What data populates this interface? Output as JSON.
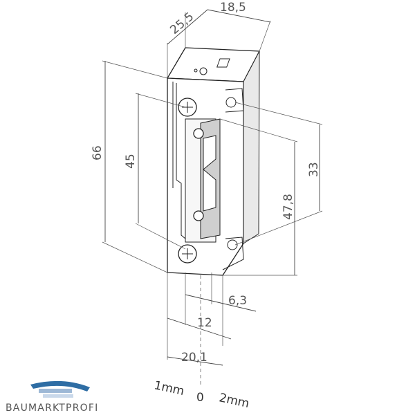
{
  "dimensions": {
    "depth": "25,5",
    "width": "18,5",
    "height_total": "66",
    "height_inner": "45",
    "height_strike": "47,8",
    "offset_right": "33",
    "dim_a": "6,3",
    "dim_b": "12",
    "dim_c": "20,1"
  },
  "scale": {
    "left_label": "1mm",
    "center_label": "0",
    "right_label": "2mm"
  },
  "logo": {
    "text": "BAUMARKTPROFI",
    "brand_color": "#2e6da4"
  }
}
